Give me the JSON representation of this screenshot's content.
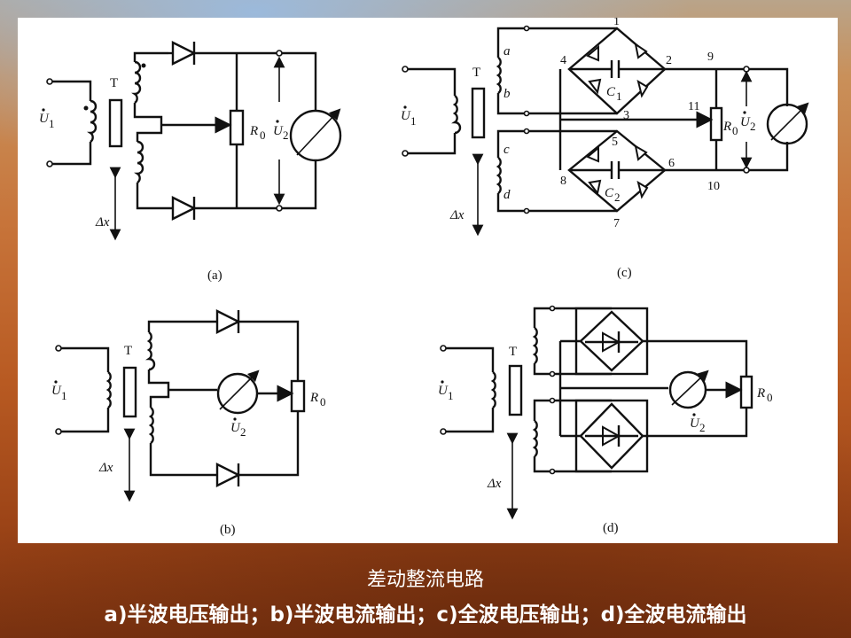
{
  "slide": {
    "caption_title": "差动整流电路",
    "caption_sub": "a)半波电压输出；b)半波电流输出；c)全波电压输出；d)全波电流输出"
  },
  "diagrams": {
    "a": {
      "panel_label": "(a)",
      "input": "U",
      "input_sub": "1",
      "transformer": "T",
      "resistor": "R",
      "resistor_sub": "0",
      "output": "U",
      "output_sub": "2",
      "displacement": "Δx"
    },
    "b": {
      "panel_label": "(b)",
      "input": "U",
      "input_sub": "1",
      "transformer": "T",
      "resistor": "R",
      "resistor_sub": "0",
      "output": "U",
      "output_sub": "2",
      "displacement": "Δx"
    },
    "c": {
      "panel_label": "(c)",
      "input": "U",
      "input_sub": "1",
      "transformer": "T",
      "coil_labels": [
        "a",
        "b",
        "c",
        "d"
      ],
      "node_labels": [
        "1",
        "2",
        "3",
        "4",
        "5",
        "6",
        "7",
        "8",
        "9",
        "10",
        "11"
      ],
      "cap1": "C",
      "cap1_sub": "1",
      "cap2": "C",
      "cap2_sub": "2",
      "resistor": "R",
      "resistor_sub": "0",
      "output": "U",
      "output_sub": "2",
      "displacement": "Δx"
    },
    "d": {
      "panel_label": "(d)",
      "input": "U",
      "input_sub": "1",
      "transformer": "T",
      "resistor": "R",
      "resistor_sub": "0",
      "output": "U",
      "output_sub": "2",
      "displacement": "Δx"
    }
  },
  "colors": {
    "panel_bg": "#ffffff",
    "line": "#111111",
    "caption_text": "#ffffff"
  }
}
